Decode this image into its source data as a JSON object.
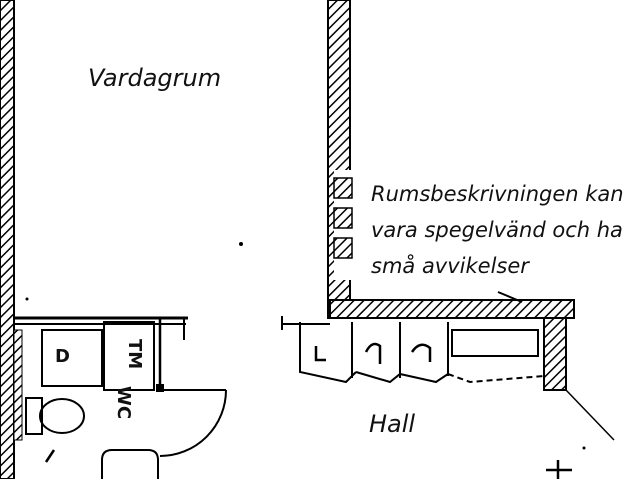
{
  "rooms": {
    "living_room": "Vardagrum",
    "hall": "Hall"
  },
  "note": {
    "lines": [
      "Rumsbeskrivningen kan",
      "vara spegelvänd och ha",
      "små avvikelser"
    ]
  },
  "fixtures": {
    "dryer": "D",
    "washer": "TM",
    "toilet": "WC"
  }
}
